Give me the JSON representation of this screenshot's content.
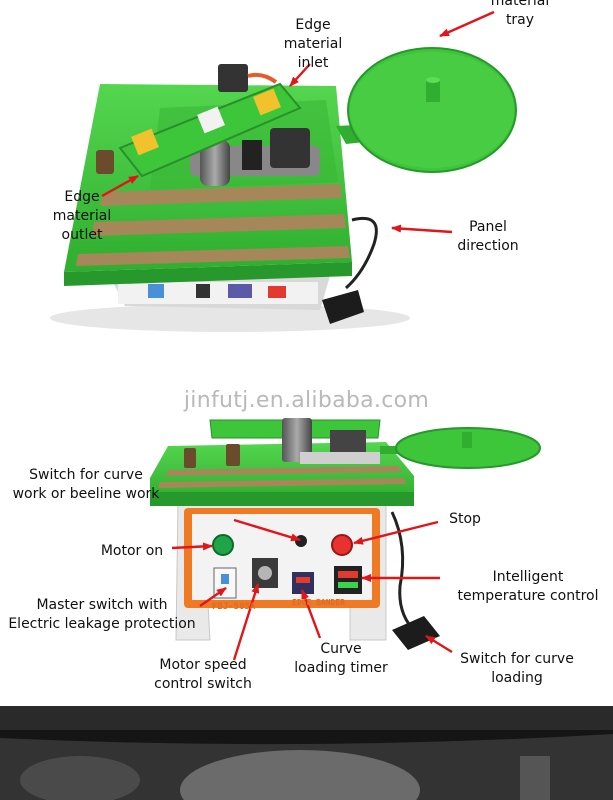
{
  "watermark": "jinfutj.en.alibaba.com",
  "top_labels": {
    "tray": [
      "material",
      "tray"
    ],
    "inlet": [
      "Edge",
      "material",
      "inlet"
    ],
    "outlet": [
      "Edge",
      "material",
      "outlet"
    ],
    "panel": [
      "Panel",
      "direction"
    ]
  },
  "bottom_labels": {
    "curve_switch": [
      "Switch for curve",
      "work or beeline work"
    ],
    "stop": "Stop",
    "motor_on": "Motor on",
    "temp": [
      "Intelligent",
      "temperature control"
    ],
    "master": [
      "Master switch with",
      "Electric leakage protection"
    ],
    "curve_timer": [
      "Curve",
      "loading timer"
    ],
    "curve_load": [
      "Switch for curve",
      "loading"
    ],
    "speed": [
      "Motor speed",
      "control switch"
    ]
  },
  "machine_text": {
    "model": "FBJ-505A",
    "brand": "EDGE BANDER"
  },
  "colors": {
    "machine_green": "#3dc63a",
    "arrow_red": "#e0161a",
    "panel_orange": "#f07a24",
    "stop_red": "#e8322f",
    "start_green": "#1fa548"
  }
}
